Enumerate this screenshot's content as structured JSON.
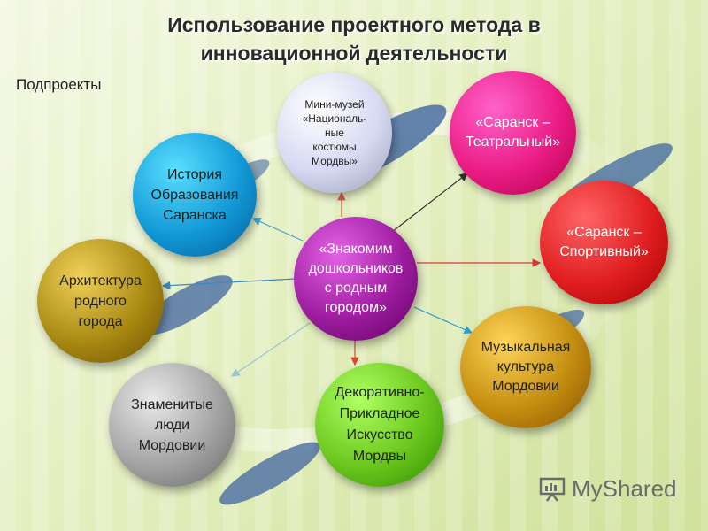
{
  "title": "Использование проектного метода в\nинновационной деятельности",
  "subtitle": "Подпроекты",
  "center": {
    "text": "«Знакомим\nдошкольников\nс родным\nгородом»",
    "color": "#9d1c9f"
  },
  "nodes": [
    {
      "id": "museum",
      "text": "Мини-музей\n«Националь-\nные\nкостюмы\nМордвы»",
      "color": "#d6d9f2"
    },
    {
      "id": "theatre",
      "text": "«Саранск –\nТеатральный»",
      "color": "#ea1c84"
    },
    {
      "id": "sport",
      "text": "«Саранск –\nСпортивный»",
      "color": "#e01e20"
    },
    {
      "id": "music",
      "text": "Музыкальная\nкультура\nМордовии",
      "color": "#c48e11"
    },
    {
      "id": "crafts",
      "text": "Декоративно-\nПрикладное\nИскусство\nМордвы",
      "color": "#6ac71d"
    },
    {
      "id": "people",
      "text": "Знаменитые\nлюди\nМордовии",
      "color": "#a3a3a3"
    },
    {
      "id": "architecture",
      "text": "Архитектура\nродного\nгорода",
      "color": "#a98a13"
    },
    {
      "id": "history",
      "text": "История\nОбразования\nСаранска",
      "color": "#1399d6"
    }
  ],
  "watermark": "MyShared",
  "colors": {
    "arrow_museum": "#e0555a",
    "arrow_theatre": "#333333",
    "arrow_sport": "#d73838",
    "arrow_music": "#2f9ec9",
    "arrow_crafts": "#d74b2b",
    "arrow_people": "#9ac3d5",
    "arrow_architecture": "#3c8bc1",
    "arrow_history": "#49a6d0",
    "swoosh": "#4a6ea3"
  }
}
